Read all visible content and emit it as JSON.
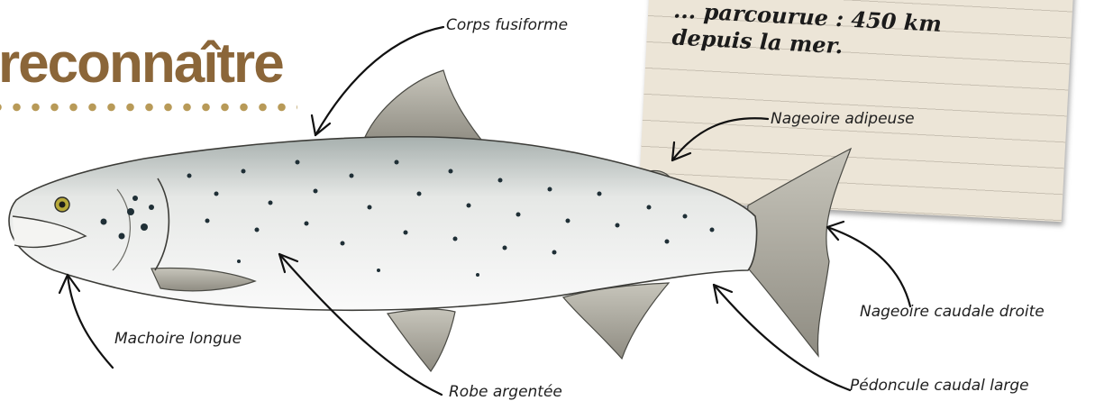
{
  "heading": {
    "text": "reconnaître",
    "color": "#8b6639",
    "dot_color": "#b89a58"
  },
  "note_card": {
    "lines": [
      "... parcourue : 450 km",
      "depuis la mer."
    ]
  },
  "labels": {
    "corps_fusiforme": "Corps fusiforme",
    "nageoire_adipeuse": "Nageoire adipeuse",
    "machoire_longue": "Machoire longue",
    "robe_argentee": "Robe argentée",
    "nageoire_caudale": "Nageoire caudale droite",
    "pedoncule_caudal": "Pédoncule caudal large"
  },
  "illustration": {
    "subject": "salmon-fish",
    "body_color": "#eeeeec",
    "fin_color": "#a8a69c",
    "spot_color": "#1f2f36",
    "eye_color": "#b7a93a"
  }
}
